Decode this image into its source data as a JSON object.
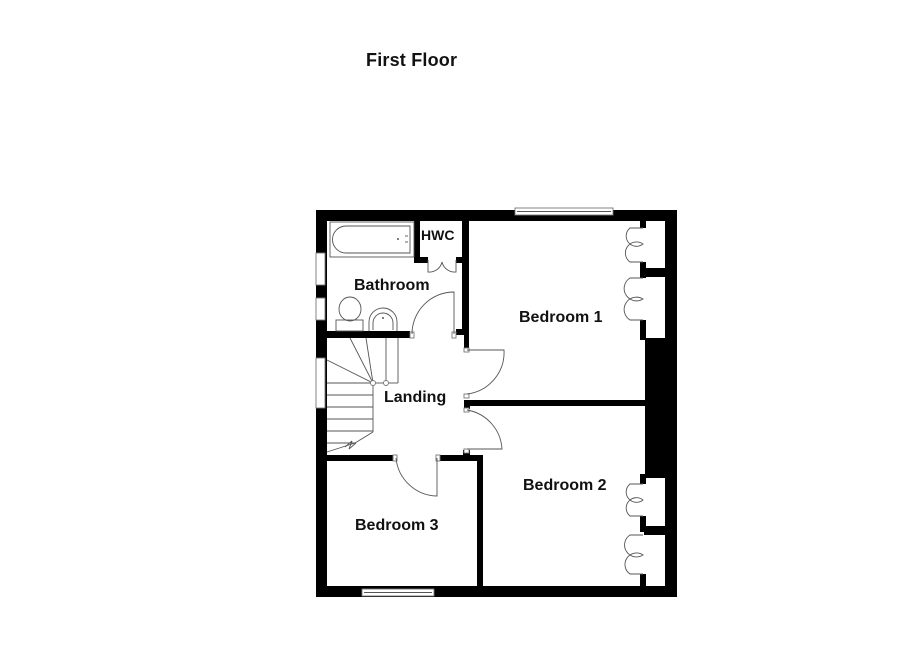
{
  "title": "First Floor",
  "rooms": {
    "bathroom": "Bathroom",
    "hwc": "HWC",
    "bedroom1": "Bedroom 1",
    "landing": "Landing",
    "bedroom2": "Bedroom 2",
    "bedroom3": "Bedroom 3"
  },
  "colors": {
    "wall": "#000000",
    "background": "#ffffff",
    "line": "#555555"
  }
}
